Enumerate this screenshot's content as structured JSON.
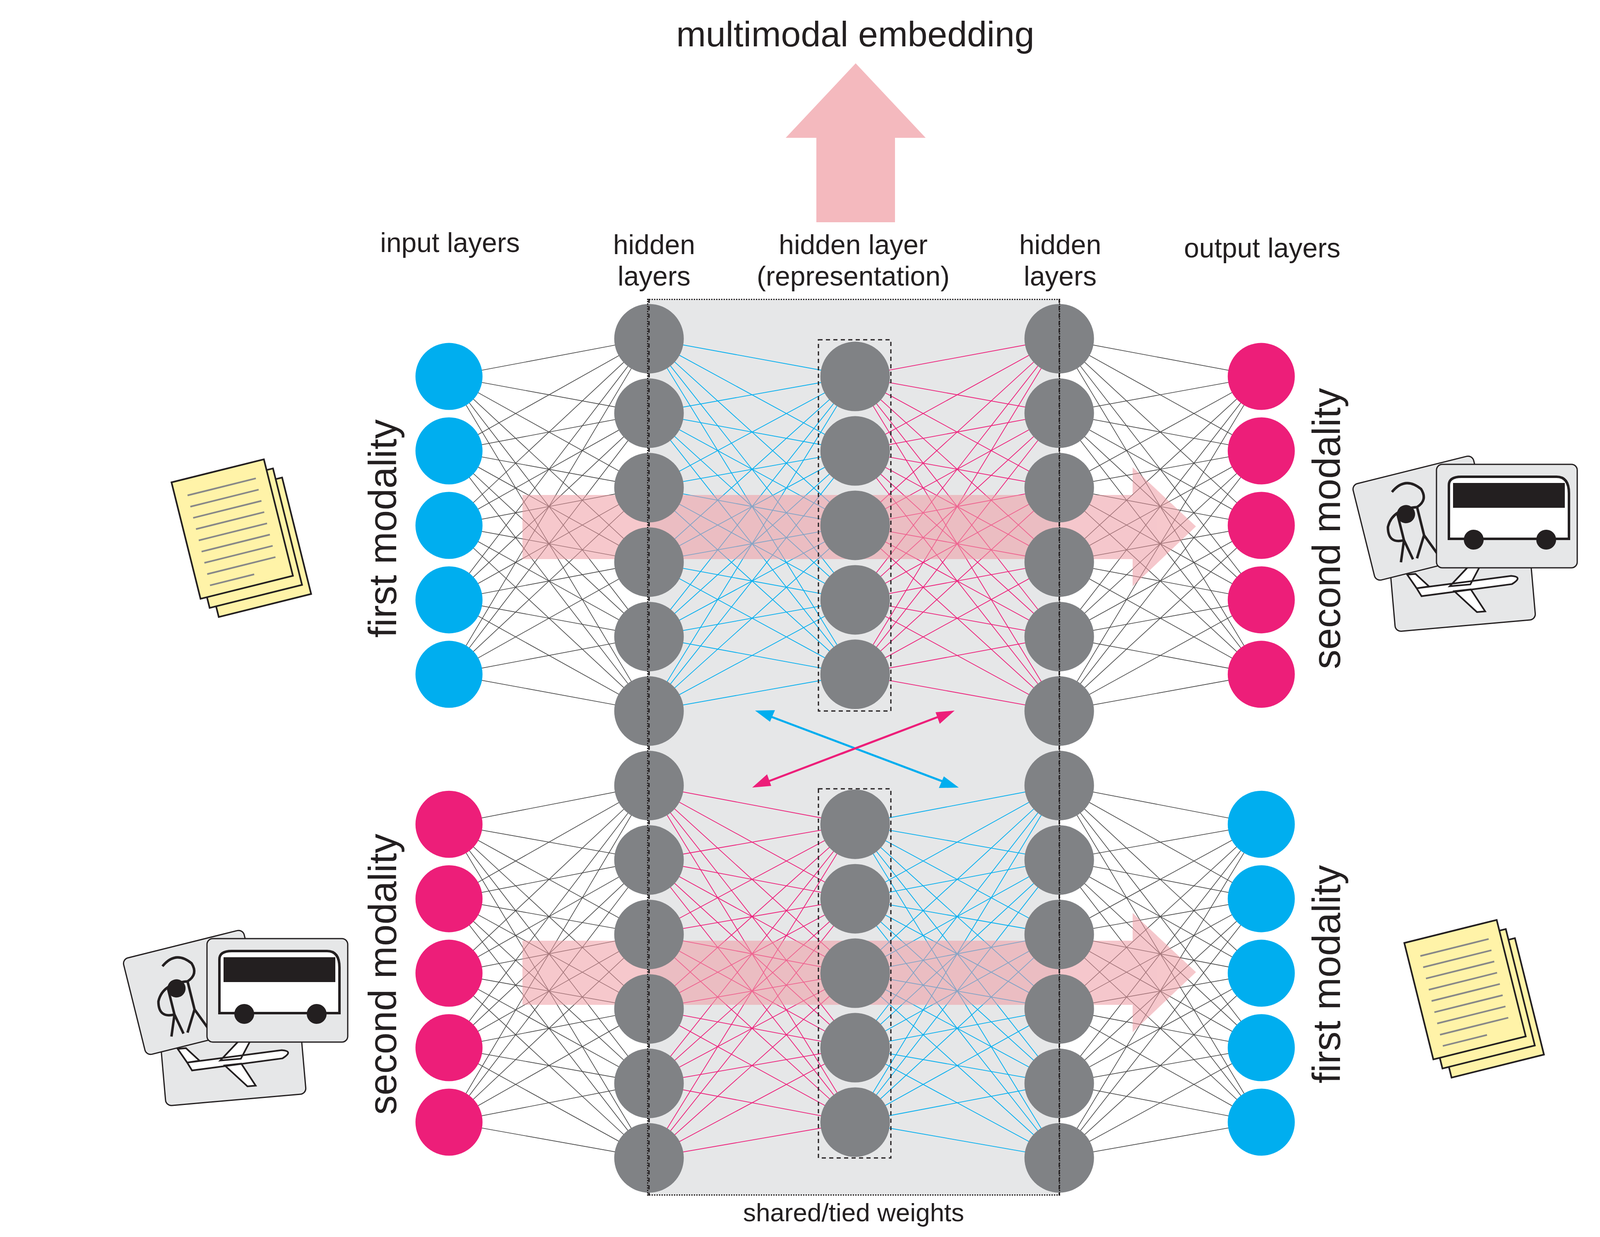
{
  "diagram": {
    "nodes": [
      {
        "text": [
          "shared/tied weights"
        ]
      }
    ],
    "labels": [
      "multimodal embedding",
      "input layers",
      "hidden layers",
      "hidden layer (representation)",
      "hidden layers",
      "output layers",
      "first modality",
      "second modality",
      "second modality",
      "first modality"
    ]
  }
}
